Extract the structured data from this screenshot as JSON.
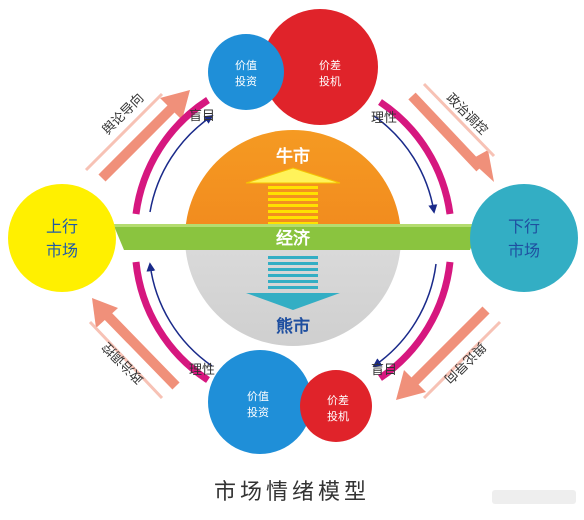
{
  "diagram": {
    "caption": "市场情绪模型",
    "center": {
      "bull_label": "牛市",
      "economy_label": "经济",
      "bear_label": "熊市"
    },
    "left_circle": {
      "line1": "上行",
      "line2": "市场"
    },
    "right_circle": {
      "line1": "下行",
      "line2": "市场"
    },
    "top_pair": {
      "value": {
        "line1": "价值",
        "line2": "投资"
      },
      "spread": {
        "line1": "价差",
        "line2": "投机"
      }
    },
    "bottom_pair": {
      "value": {
        "line1": "价值",
        "line2": "投资"
      },
      "spread": {
        "line1": "价差",
        "line2": "投机"
      }
    },
    "arc_labels": {
      "top_left": "盲目",
      "top_right": "理性",
      "bottom_left": "理性",
      "bottom_right": "盲目"
    },
    "arrows": {
      "top_left": "舆论导向",
      "top_right": "政治调控",
      "bottom_left": "政治调控",
      "bottom_right": "舆论导向"
    },
    "colors": {
      "orange": "#f08a1c",
      "grey": "#d8d8d8",
      "green": "#8ac43f",
      "yellow": "#fff000",
      "teal": "#33aec4",
      "blue": "#1f8fd8",
      "red": "#e0232a",
      "magenta": "#d6177f",
      "salmon": "#f0907a"
    }
  }
}
